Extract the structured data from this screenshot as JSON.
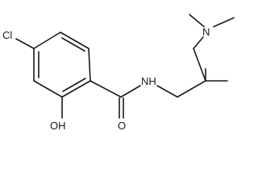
{
  "molecule": {
    "atoms": {
      "chlorine": "Cl",
      "hydroxyl": "OH",
      "amide_nitrogen": "NH",
      "carbonyl_oxygen": "O",
      "dimethylamino_nitrogen": "N"
    }
  }
}
